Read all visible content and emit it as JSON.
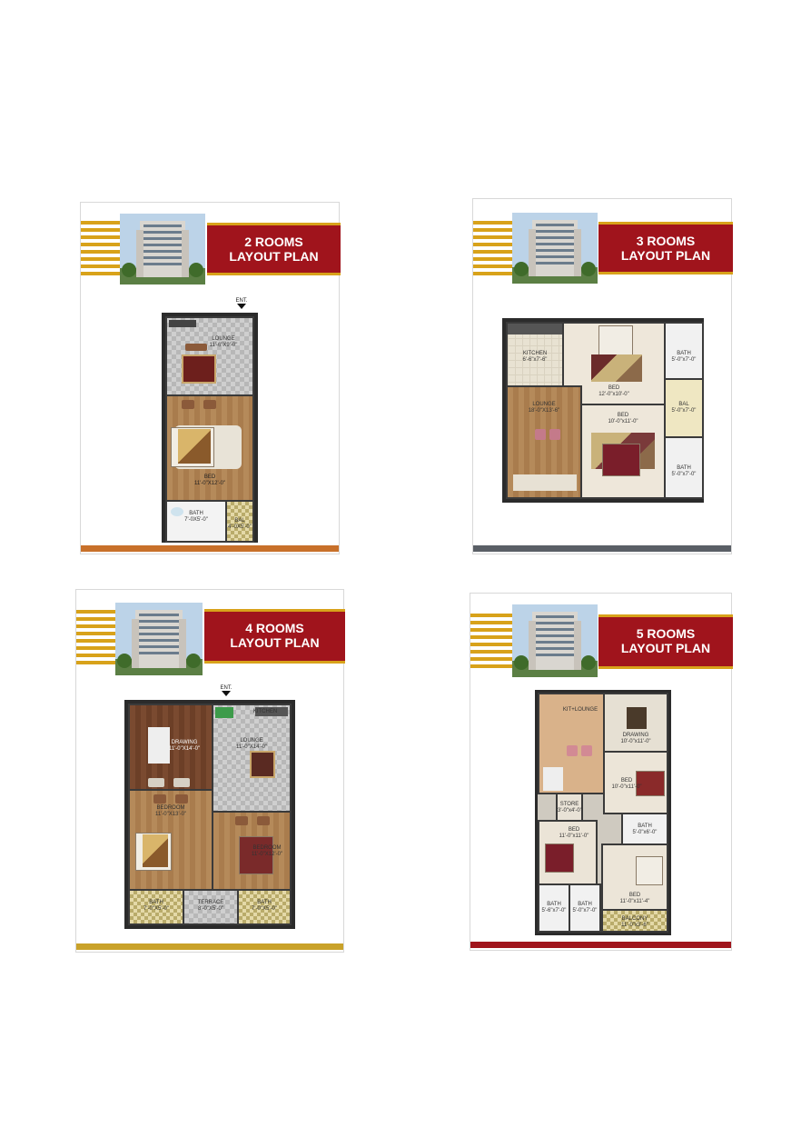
{
  "cards": [
    {
      "title_line1": "2 ROOMS",
      "title_line2": "LAYOUT PLAN",
      "footer_color": "#c8702a",
      "entrance": "ENT.",
      "rooms": {
        "lounge": "LOUNGE",
        "lounge_size": "11'-6\"X9'-0\"",
        "bed": "BED",
        "bed_size": "11'-0\"X12'-0\"",
        "bath": "BATH",
        "bath_size": "7'-0X5'-0\"",
        "bal": "BAL",
        "bal_size": "4'-0X5'-0\""
      }
    },
    {
      "title_line1": "3 ROOMS",
      "title_line2": "LAYOUT PLAN",
      "footer_color": "#5a5f66",
      "rooms": {
        "kitchen": "KITCHEN",
        "kitchen_size": "6'-6\"x7'-6\"",
        "bed1": "BED",
        "bed1_size": "12'-0\"x10'-0\"",
        "bath1": "BATH",
        "bath1_size": "5'-0\"x7'-0\"",
        "lounge": "LOUNGE",
        "lounge_size": "18'-0\"X13'-6\"",
        "bal": "BAL",
        "bal_size": "5'-0\"x7'-0\"",
        "bed2": "BED",
        "bed2_size": "10'-0\"x11'-0\"",
        "bath2": "BATH",
        "bath2_size": "5'-0\"x7'-0\""
      }
    },
    {
      "title_line1": "4 ROOMS",
      "title_line2": "LAYOUT PLAN",
      "footer_color": "#c9a22a",
      "entrance": "ENT.",
      "rooms": {
        "kitchen": "KITCHEN",
        "drawing": "DRAWING",
        "drawing_size": "11'-0\"X14'-0\"",
        "lounge": "LOUNGE",
        "lounge_size": "11'-0\"X14'-0\"",
        "bedroom1": "BEDROOM",
        "bedroom1_size": "11'-0\"X13'-0\"",
        "bedroom2": "BEDROOM",
        "bedroom2_size": "11'-0\"X12'-0\"",
        "bath1": "BATH",
        "bath1_size": "7'-0\"X5'-0\"",
        "terrace": "TERRACE",
        "terrace_size": "8'-0\"X5'-0\"",
        "bath2": "BATH",
        "bath2_size": "7'-0\"X5'-0\""
      }
    },
    {
      "title_line1": "5 ROOMS",
      "title_line2": "LAYOUT PLAN",
      "footer_color": "#a0141c",
      "rooms": {
        "kit_lounge": "KIT+LOUNGE",
        "drawing": "DRAWING",
        "drawing_size": "10'-0\"x11'-0\"",
        "bed1": "BED",
        "bed1_size": "10'-0\"x11'-0\"",
        "store": "STORE",
        "store_size": "3'-0\"x4'-0\"",
        "bath1": "BATH",
        "bath1_size": "5'-0\"x6'-0\"",
        "bed2": "BED",
        "bed2_size": "11'-0\"x11'-0\"",
        "bath2": "BATH",
        "bath2_size": "5'-6\"x7'-0\"",
        "bath3": "BATH",
        "bath3_size": "5'-0\"x7'-0\"",
        "bed3": "BED",
        "bed3_size": "11'-0\"x11'-4\"",
        "balcony": "BALCONY",
        "balcony_size": "11'-0\"x3'-6\""
      }
    }
  ],
  "colors": {
    "banner_red": "#a0141c",
    "stripe_gold": "#d8a21a"
  }
}
